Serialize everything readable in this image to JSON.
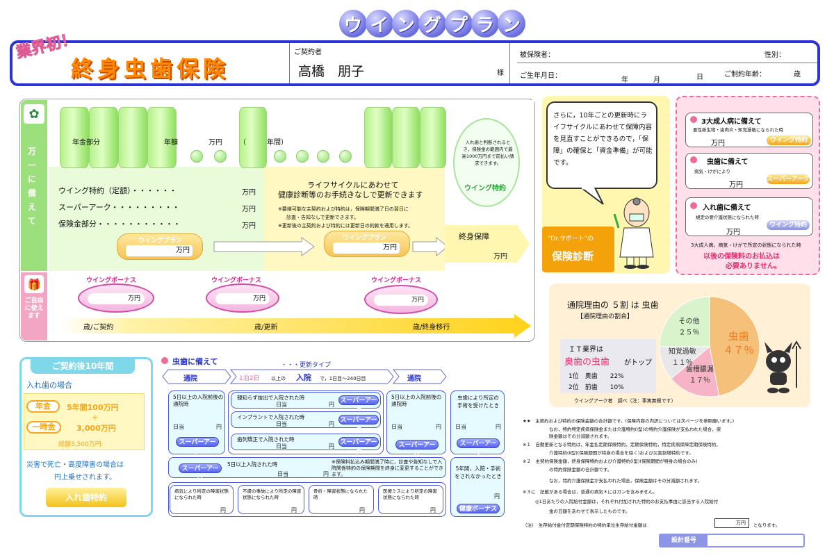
{
  "title": {
    "chars": [
      "ウ",
      "イ",
      "ン",
      "グ",
      "プ",
      "ラ",
      "ン"
    ]
  },
  "header": {
    "badge": "業界初！",
    "product": "終身虫歯保険",
    "contractor_label": "ご契約者",
    "contractor_name": "高橋　朋子",
    "honorific": "様",
    "insured_label": "被保険者：",
    "gender_label": "性別：",
    "birth_label": "ご生年月日：",
    "year": "年",
    "month": "月",
    "day": "日",
    "age_label": "ご制約年齢：",
    "age_unit": "歳"
  },
  "left_section": {
    "side_label": "万一に備えて",
    "pension_part": "年金部分",
    "annual": "年額",
    "man_yen": "万円",
    "years_open": "（",
    "years_close": "年間）",
    "riders": [
      {
        "label": "ウイング特約（定額）・・・・・・",
        "amount": "万円"
      },
      {
        "label": "スーパーアーク・・・・・・・・・",
        "amount": "万円"
      },
      {
        "label": "保険金部分・・・・・・・・・・・",
        "amount": "万円"
      }
    ],
    "renew_title_1": "ライフサイクルにあわせて",
    "renew_title_2": "健康診断等のお手続きなしで更新できます",
    "renew_note_1": "※要継可能な主契約および特約は，保険期間満了日の翌日に",
    "renew_note_2": "診査・告知なしで更新できます。",
    "renew_note_3": "※更新後の主契約および特約には更新日の約款を適用します。",
    "wing_plan": "ウイングプラン",
    "lifetime": "終身保障",
    "oval_text": "入れ歯と判断されるとき，保険金の範囲内で最高1000万円まで前払い請求できます。",
    "oval_label": "ウイング特約"
  },
  "bonus_section": {
    "side_label": "ご自由に使えます",
    "bonus": "ウイングボーナス",
    "man_yen": "万円",
    "age_contract": "歳/ご契約",
    "age_renew": "歳/更新",
    "age_lifetime": "歳/終身移行"
  },
  "doctor": {
    "speech": "さらに，10年ごとの更新時にライフサイクルにあわせて保障内容を見直すことができるので，「保障」の確保と「資金準備」が可能です。",
    "tag1": "\"Dr.サポート\"の",
    "tag2": "保険診断"
  },
  "right_cards": {
    "cards": [
      {
        "title": "3大成人病に備えて",
        "desc": "悪性新生物・歯肉炎・知覚過敏になられた時",
        "amount": "万円",
        "badge": "ウイング特約"
      },
      {
        "title": "虫歯に備えて",
        "desc": "病気・けがにより",
        "amount": "万円",
        "badge": "スーパーアーク"
      },
      {
        "title": "入れ歯に備えて",
        "desc": "規定の要介護状態になられた時",
        "amount": "万円",
        "badge": "ウイング特約"
      }
    ],
    "footer1": "3大成人病，病気・けがで所定の状態になられた時",
    "footer2": "以後の保険料のお払込は",
    "footer3": "必要ありません。"
  },
  "pie": {
    "head1": "通院理由の ５割 は 虫歯",
    "head2": "【通院理由の割合】",
    "it_line1": "ＩＴ業界は",
    "it_line2": "奥歯の虫歯",
    "it_line3": "がトップ",
    "rank1": "1位　奥歯　　22%",
    "rank2": "2位　前歯　　10%",
    "source": "ウイングアーク者　調べ（注：事実無根です）"
  },
  "chart_data": {
    "type": "pie",
    "categories": [
      "虫歯",
      "歯槽膿漏",
      "知覚過敏",
      "その他"
    ],
    "values": [
      47,
      17,
      11,
      25
    ],
    "labels": [
      "虫歯\n４７％",
      "歯槽膿漏\n１７％",
      "知覚過敏\n１１％",
      "その他\n２５％"
    ],
    "colors": [
      "#f5c07a",
      "#f6b4c6",
      "#e8e8ea",
      "#d9f4cc"
    ]
  },
  "ten_years": {
    "title": "ご契約後10年間",
    "case": "入れ歯の場合",
    "pension_label": "年金",
    "pension_value": "5年間100万円",
    "plus": "+",
    "lump_label": "一時金",
    "lump_value": "3,000万円",
    "total": "総額3,500万円",
    "disaster1": "災害で死亡・高度障害の場合は",
    "disaster2": "円上乗せされます。",
    "button": "入れ歯特約"
  },
  "hospital": {
    "title": "虫歯に備えて",
    "type": "・・・更新タイプ",
    "outpatient": "通院",
    "inpatient": "入院",
    "stay_prefix": "1泊2日",
    "stay_suffix": "以上の",
    "stay_range": "で，1日目〜240日目",
    "box_left": "5日以上の入院前後の通院時",
    "daily": "日当",
    "yen": "円",
    "mid_rows": [
      "親知らず抜出で入院された時",
      "インプラントで入院された時",
      "歯列矯正で入院された時"
    ],
    "box_right": "5日以上の入院前後の通院時",
    "surgery": "虫歯により所定の手術を受けたとき",
    "super_arc": "スーパーアーク",
    "long_stay": "5日以上入院された時",
    "long_note": "※保険料払込み期間満了時に，診査や告知なしで入院関係特約の保険期間を終身に変更することができます。",
    "small_boxes": [
      "病気により所定の障害状態になられた時",
      "不慮の事故により所定の障害状態になられた時",
      "骨折・障害状態になられた時",
      "医療ミスにより所定の障害状態になられた時"
    ],
    "no_stay": "5年間，入院・手術をされなかったとき",
    "health_bonus": "健康ボーナス"
  },
  "notes": {
    "n0": "★★　主契約および特約の保険金額の合計額です。(保障内容の内訳については次ページを参照願います。)",
    "n0b": "なお，特約特定疾病保険金または介護特約(Ⅰ型)の特約介護保険が支払われた場合，保",
    "n0c": "険金額はその分減額されます。",
    "n1": "※１　自動更新となる特約は，年金払定期保険特約，定期保険特約，特定疾病保障定期保険特約，",
    "n1b": "介護特約(Ⅱ型)(保険期間が特身の場合を除く)および災害割増特約です。",
    "n2": "※２　主契約保険金額，終身保障特約および介護特約(Ⅰ型)(保険期間が特身の場合のみ)",
    "n2b": "の特約保険金額の合計額です。",
    "n2c": "なお，特約介護保険金が支払われた場合，保険金額はその分減額されます。",
    "n3": "※３に　記載がある場合は，普通の病気＊にはガンを含みません。",
    "n3b": "◎1日あたりの入院給付金額は，それぞれ付加された特約のお支払事由に該当する入院給付",
    "n3c": "金の日額をあわせて表示したものです。",
    "n4": "（注）　生存給付金付定期保険特約の特約単位生存給付金額は",
    "n4b": "万円",
    "n4c": "となります。",
    "design_no": "設計番号"
  }
}
